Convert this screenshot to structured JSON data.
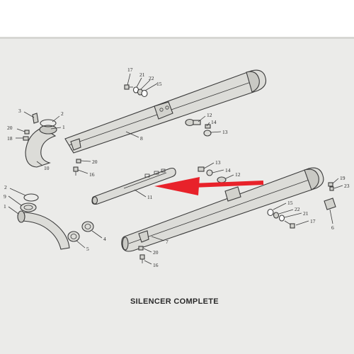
{
  "caption": "SILENCER COMPLETE",
  "colors": {
    "paper": "#ebebe9",
    "ink": "#3a3a3a",
    "arrow": "#e8222a",
    "metal": "#dcdcd8",
    "metal_dark": "#b9b9b4"
  },
  "labels": {
    "upper": [
      "17",
      "21",
      "22",
      "15",
      "2",
      "3",
      "1",
      "20",
      "18",
      "8",
      "10",
      "12",
      "14",
      "13",
      "20",
      "16"
    ],
    "middle": [
      "13",
      "14",
      "12",
      "11"
    ],
    "lower": [
      "2",
      "9",
      "1",
      "5",
      "4",
      "7",
      "20",
      "16",
      "19",
      "23",
      "6",
      "15",
      "22",
      "21",
      "17"
    ]
  }
}
